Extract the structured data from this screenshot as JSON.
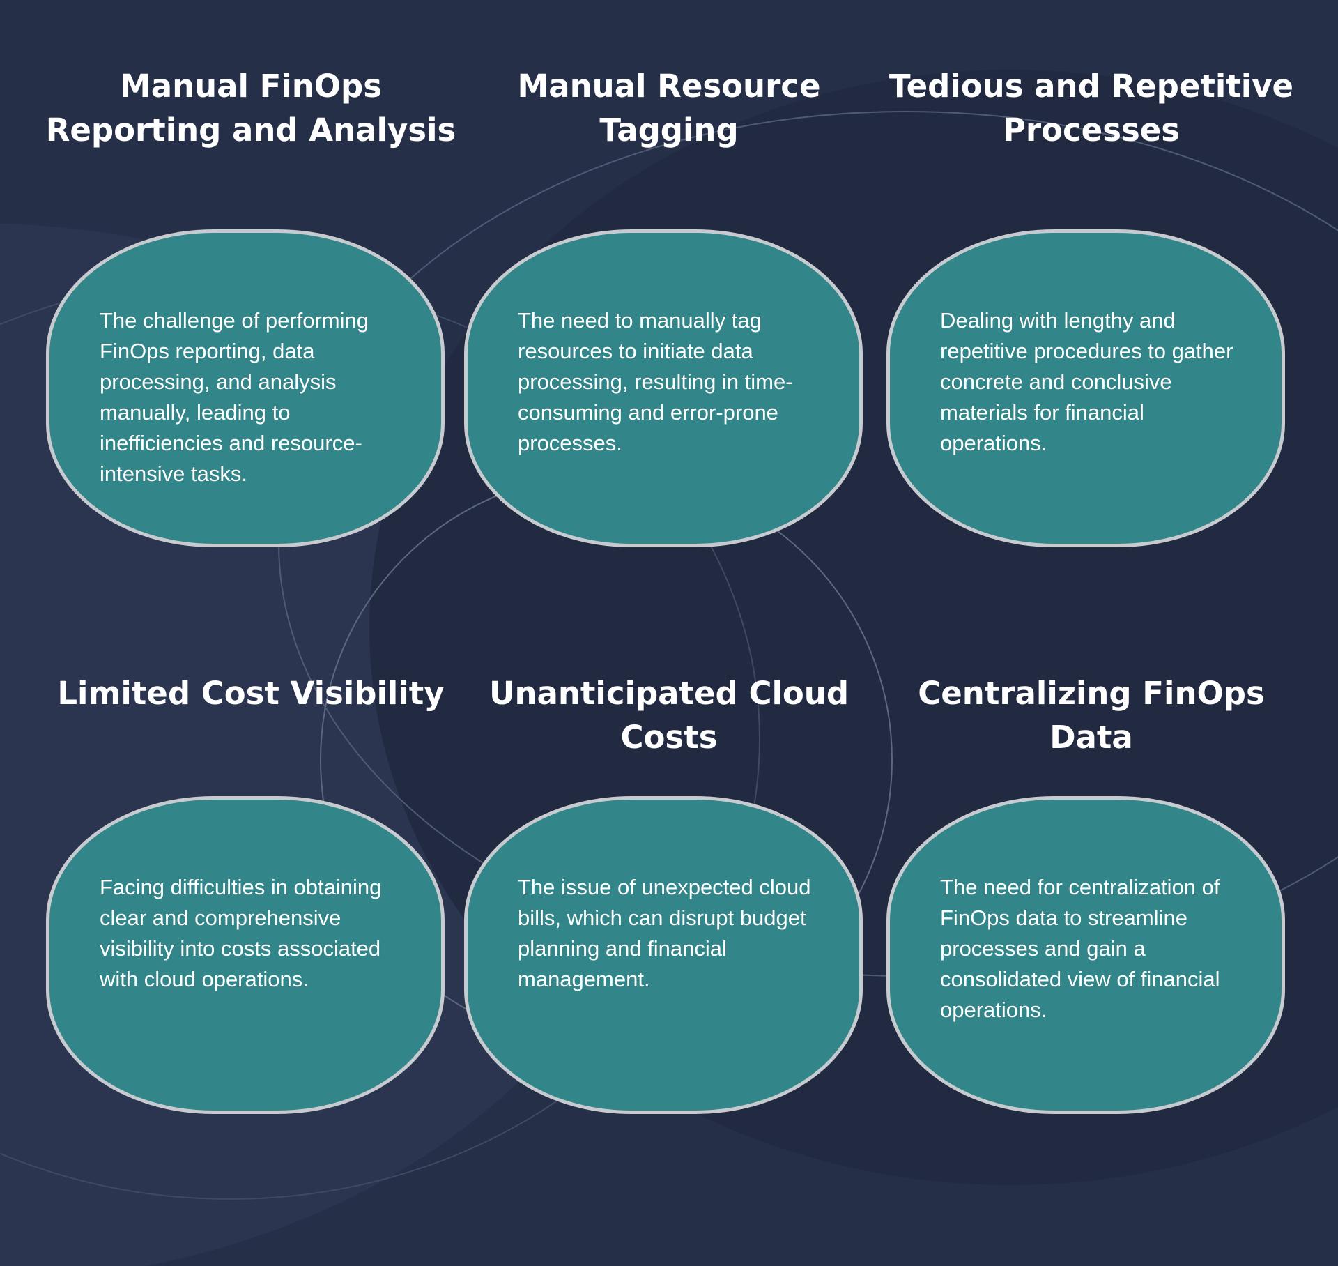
{
  "colors": {
    "background": "#262f48",
    "blob_fill": "#32868a",
    "blob_border": "#c7cbd0",
    "text": "#ffffff"
  },
  "challenges": [
    {
      "title": "Manual FinOps Reporting and Analysis",
      "description": "The challenge of performing FinOps reporting, data processing, and analysis manually, leading to inefficiencies and resource-intensive tasks."
    },
    {
      "title": "Manual Resource Tagging",
      "description": "The need to manually tag resources to initiate data processing, resulting in time-consuming and error-prone processes."
    },
    {
      "title": "Tedious and Repetitive Processes",
      "description": "Dealing with lengthy and repetitive procedures to gather concrete and conclusive materials for financial operations."
    },
    {
      "title": "Limited Cost Visibility",
      "description": "Facing difficulties in obtaining clear and comprehensive visibility into costs associated with cloud operations."
    },
    {
      "title": "Unanticipated Cloud Costs",
      "description": "The issue of unexpected cloud bills, which can disrupt budget planning and financial management."
    },
    {
      "title": "Centralizing FinOps Data",
      "description": "The need for centralization of FinOps data to streamline processes and gain a consolidated view of financial operations."
    }
  ]
}
